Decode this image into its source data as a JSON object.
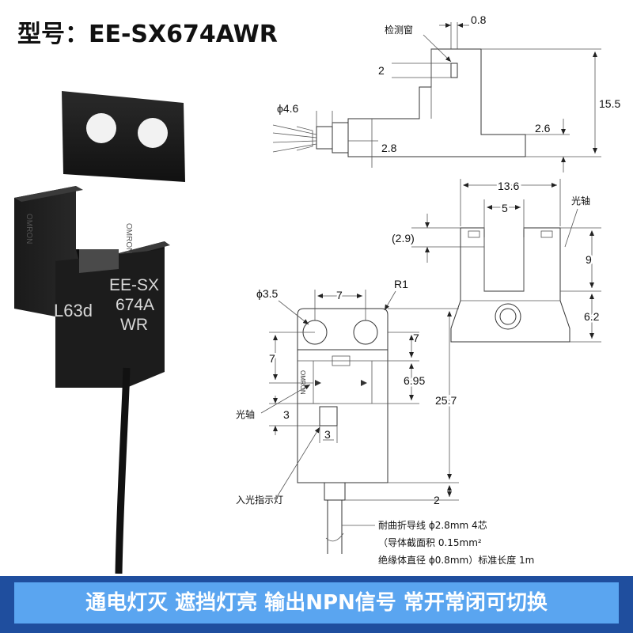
{
  "title": "型号：EE-SX674AWR",
  "product_marking": {
    "line1": "EE-SX",
    "line2": "674A",
    "line3": "WR",
    "code": "L63d"
  },
  "side_view": {
    "detect_window_label": "检测窗",
    "dim_slot_width": "0.8",
    "dim_window_height": "2",
    "dim_cable_dia": "ϕ4.6",
    "dim_base_offset": "2.8",
    "dim_total_height": "15.5",
    "dim_base_thickness": "2.6"
  },
  "end_view": {
    "dim_width": "13.6",
    "dim_slot": "5",
    "dim_axis_offset": "(2.9)",
    "dim_upper": "9",
    "dim_lower": "6.2",
    "optical_axis_label": "光轴"
  },
  "front_view": {
    "dim_hole_dia": "ϕ3.5",
    "dim_hole_spacing": "7",
    "dim_radius": "R1",
    "dim_hole_to_axis": "7",
    "dim_hole_to_top": "7",
    "dim_axis_to_slot": "6.95",
    "dim_total_length": "25.7",
    "dim_led_height": "3",
    "dim_led_width": "3",
    "dim_cable_offset": "2",
    "optical_axis_label": "光轴",
    "led_label": "入光指示灯",
    "cable_note_1": "耐曲折导线 ϕ2.8mm  4芯",
    "cable_note_2": "（导体截面积 0.15mm²",
    "cable_note_3": "绝缘体直径 ϕ0.8mm）标准长度 1m"
  },
  "footer": "通电灯灭 遮挡灯亮 输出NPN信号 常开常闭可切换"
}
